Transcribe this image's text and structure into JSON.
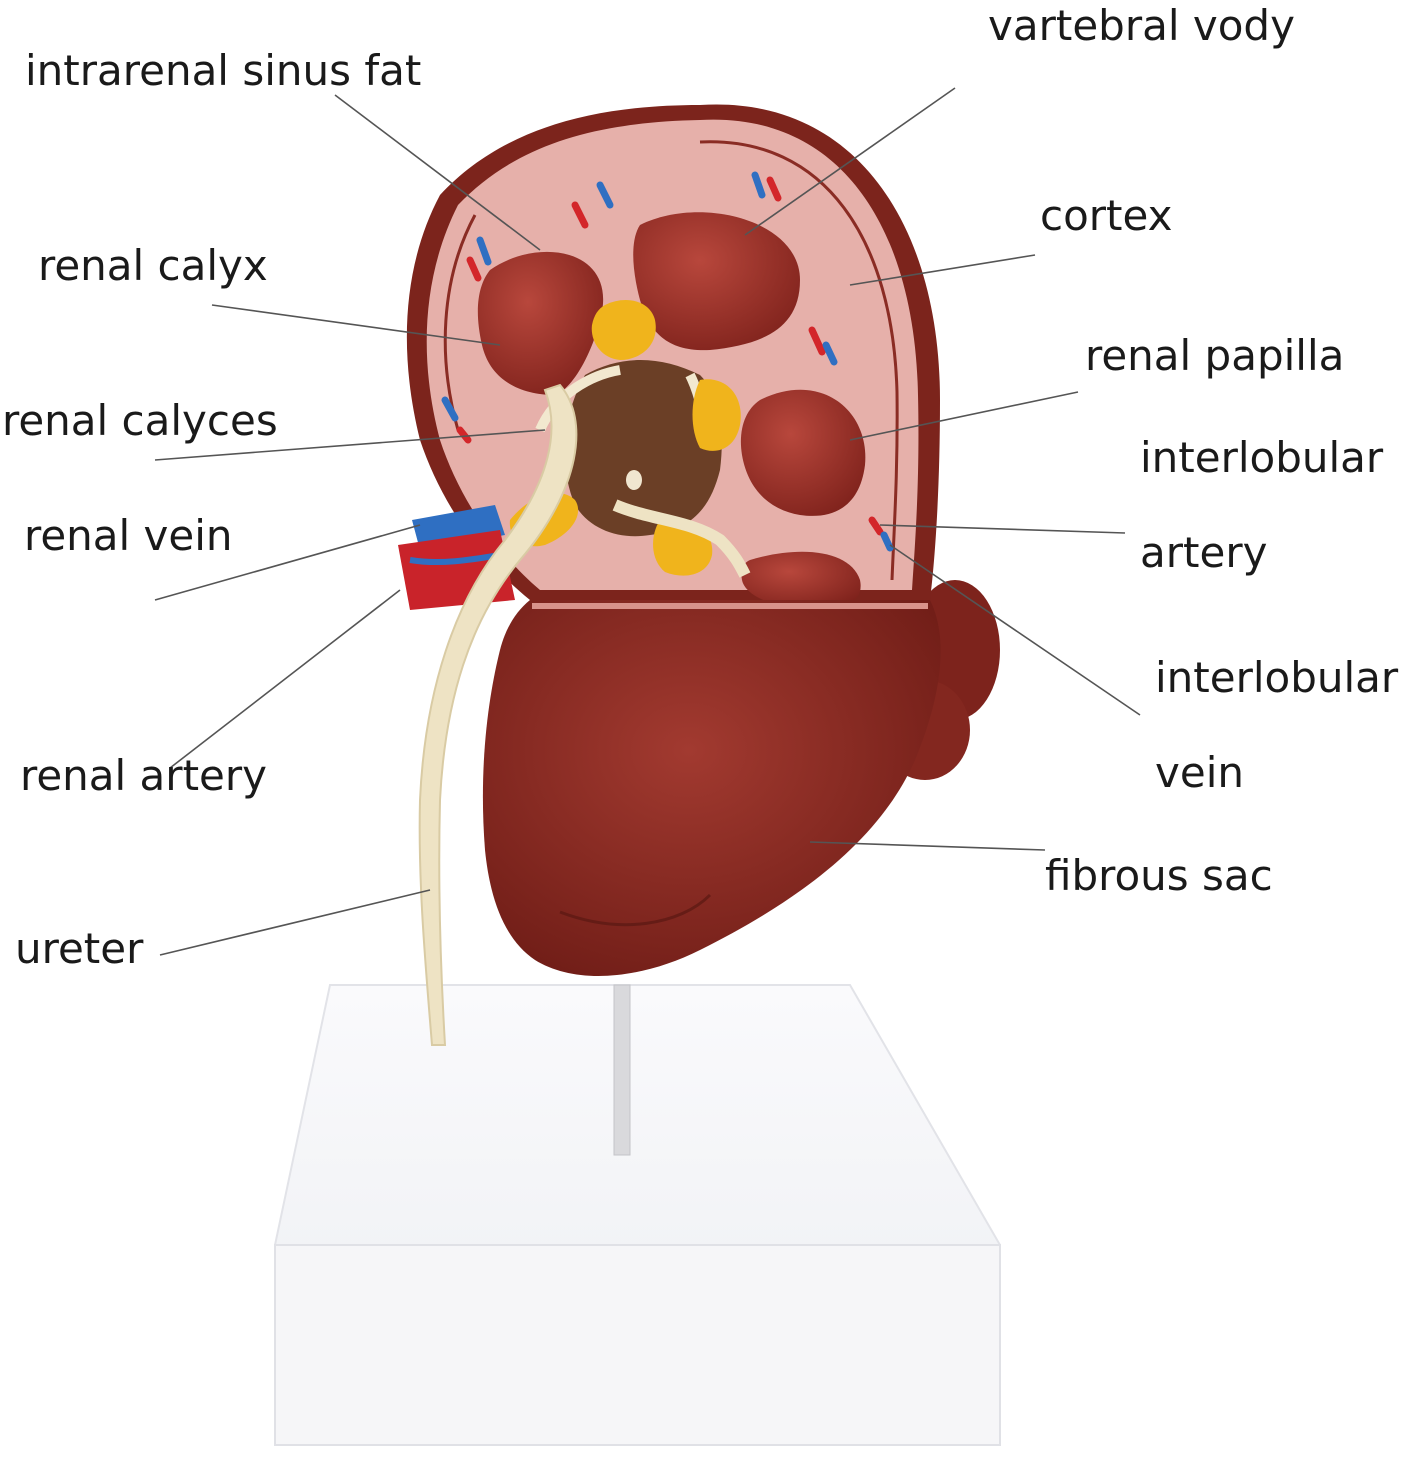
{
  "labels": {
    "intrarenal_sinus_fat": "intrarenal sinus fat",
    "vartebral_vody": "vartebral vody",
    "cortex": "cortex",
    "renal_calyx": "renal calyx",
    "renal_papilla": "renal papilla",
    "renal_calyces": "renal calyces",
    "interlobular_artery_1": "interlobular",
    "interlobular_artery_2": "artery",
    "renal_vein": "renal vein",
    "interlobular_vein_1": "interlobular",
    "interlobular_vein_2": "vein",
    "renal_artery": "renal artery",
    "fibrous_sac": "fibrous sac",
    "ureter": "ureter"
  },
  "colors": {
    "kidney_dark": "#8a2a22",
    "kidney_cut": "#e7b3ad",
    "pyramid": "#9b3029",
    "sinus_fat": "#f0b41c",
    "pelvis": "#6b3f26",
    "ureter": "#eee3c4",
    "renal_vein": "#2f6fc2",
    "renal_artery": "#d3262a",
    "stand": "#f4f4f6",
    "leader_line": "#555555"
  }
}
